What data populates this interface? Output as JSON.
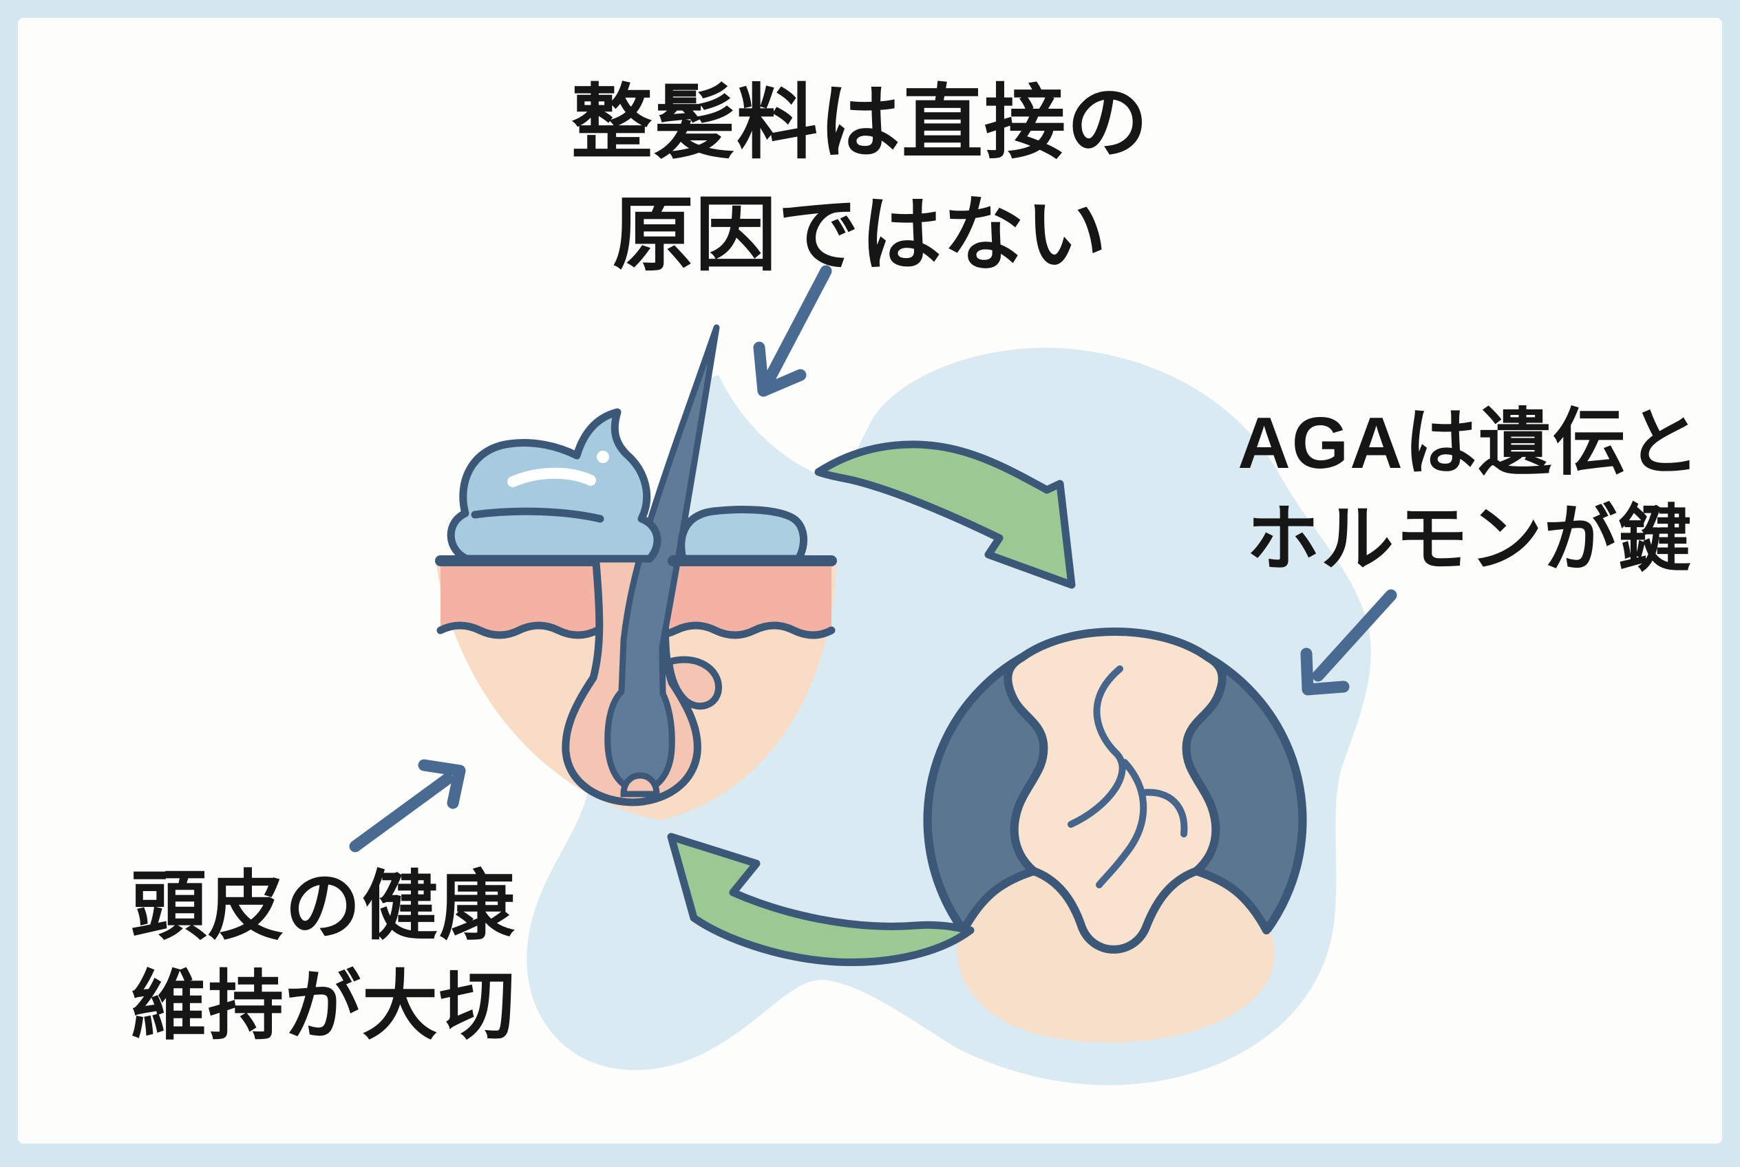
{
  "frame": {
    "border_color": "#d4e7ef",
    "canvas_color": "#fdfdfb"
  },
  "labels": {
    "styling_product": {
      "line1": "整髪料は直接の",
      "line2": "原因ではない"
    },
    "aga": {
      "line1": "AGAは遺伝と",
      "line2": "ホルモンが鍵"
    },
    "scalp_health": {
      "line1": "頭皮の健康",
      "line2": "維持が大切"
    }
  },
  "illustration": {
    "follicle_icon": "hair-follicle-cross-section-with-styling-cream",
    "head_icon": "balding-head-top-view",
    "cycle_arrows": [
      "green-curved-arrow-right",
      "green-curved-arrow-left"
    ],
    "pointer_arrows": [
      "arrow-to-follicle-from-top",
      "arrow-to-head-from-right",
      "arrow-to-follicle-from-bottom-left"
    ]
  },
  "colors": {
    "outline_navy": "#3b5878",
    "arrow_steel_blue": "#4a6b91",
    "green_arrow_fill": "#9cc993",
    "background_blob": "#daeaf2",
    "cream_blue": "#a6cade",
    "cream_blue_light": "#abcfe0",
    "epidermis_pink": "#f3b2a4",
    "dermis_peach": "#f9dcc5",
    "follicle_pocket_pink": "#f5c5b3",
    "hair_slate": "#5e7c97",
    "head_hair_slate": "#5b7690",
    "scalp_peach": "#fae3ce",
    "face_peach": "#f8dfc9",
    "text_black": "#161616"
  }
}
